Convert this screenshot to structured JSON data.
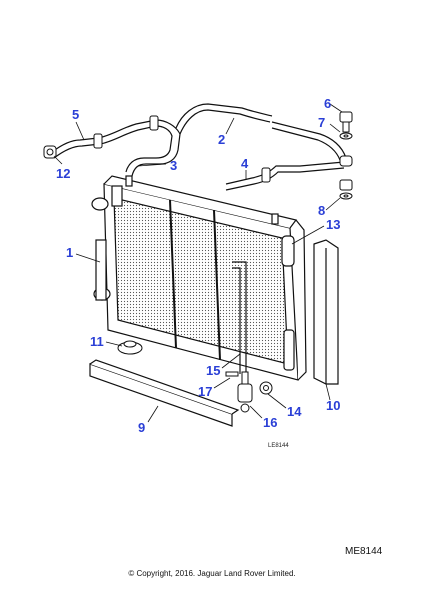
{
  "diagram": {
    "callouts": [
      {
        "label": "1"
      },
      {
        "label": "2"
      },
      {
        "label": "3"
      },
      {
        "label": "4"
      },
      {
        "label": "5"
      },
      {
        "label": "6"
      },
      {
        "label": "7"
      },
      {
        "label": "8"
      },
      {
        "label": "9"
      },
      {
        "label": "10"
      },
      {
        "label": "11"
      },
      {
        "label": "12"
      },
      {
        "label": "13"
      },
      {
        "label": "14"
      },
      {
        "label": "15"
      },
      {
        "label": "16"
      },
      {
        "label": "17"
      }
    ],
    "drawing_ref": "LE8144"
  },
  "footer": {
    "part_code": "ME8144",
    "copyright": "© Copyright, 2016. Jaguar Land Rover Limited."
  },
  "colors": {
    "callout": "#2a3fd6",
    "line": "#111111"
  }
}
